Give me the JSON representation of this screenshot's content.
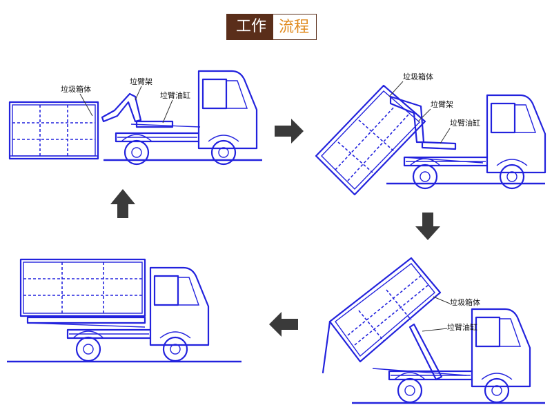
{
  "title": {
    "left": "工作",
    "right": "流程"
  },
  "labels": {
    "box": "垃圾箱体",
    "arm": "垃臂架",
    "cylinder": "垃臂油缸"
  },
  "colors": {
    "line": "#2222dd",
    "title_bg": "#5a2e1a",
    "title_accent": "#e08a1e",
    "arrow": "#3a3a3a"
  }
}
